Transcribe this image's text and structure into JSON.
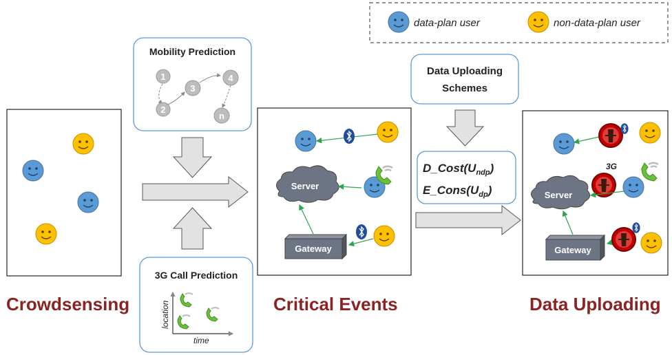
{
  "legend": {
    "data_plan_user": "data-plan user",
    "non_data_plan_user": "non-data-plan user"
  },
  "boxes": {
    "mobility_prediction": "Mobility Prediction",
    "data_uploading_schemes_line1": "Data Uploading",
    "data_uploading_schemes_line2": "Schemes",
    "call_prediction": "3G Call Prediction",
    "call_prediction_ylabel": "location",
    "call_prediction_xlabel": "time"
  },
  "mobility_nodes": [
    "1",
    "2",
    "3",
    "4",
    "n"
  ],
  "formulas": {
    "cost_prefix": "D_Cost(U",
    "cost_sub": "ndp",
    "cons_prefix": "E_Cons(U",
    "cons_sub": "dp",
    "close_paren": ")"
  },
  "components": {
    "server": "Server",
    "gateway": "Gateway",
    "threeg": "3G"
  },
  "stage_titles": {
    "crowdsensing": "Crowdsensing",
    "critical_events": "Critical Events",
    "data_uploading": "Data Uploading"
  },
  "colors": {
    "data_plan_user": "#5b9bd5",
    "non_data_plan_user": "#ffc000",
    "title_red": "#8b2323",
    "arrow_fill": "#e2e2e2",
    "box_border": "#5b9bd5",
    "link_green": "#2ea44f"
  },
  "icons": {
    "bluetooth": "bluetooth-icon",
    "phone": "phone-call-icon",
    "blocked": "blocked-signal-icon"
  }
}
